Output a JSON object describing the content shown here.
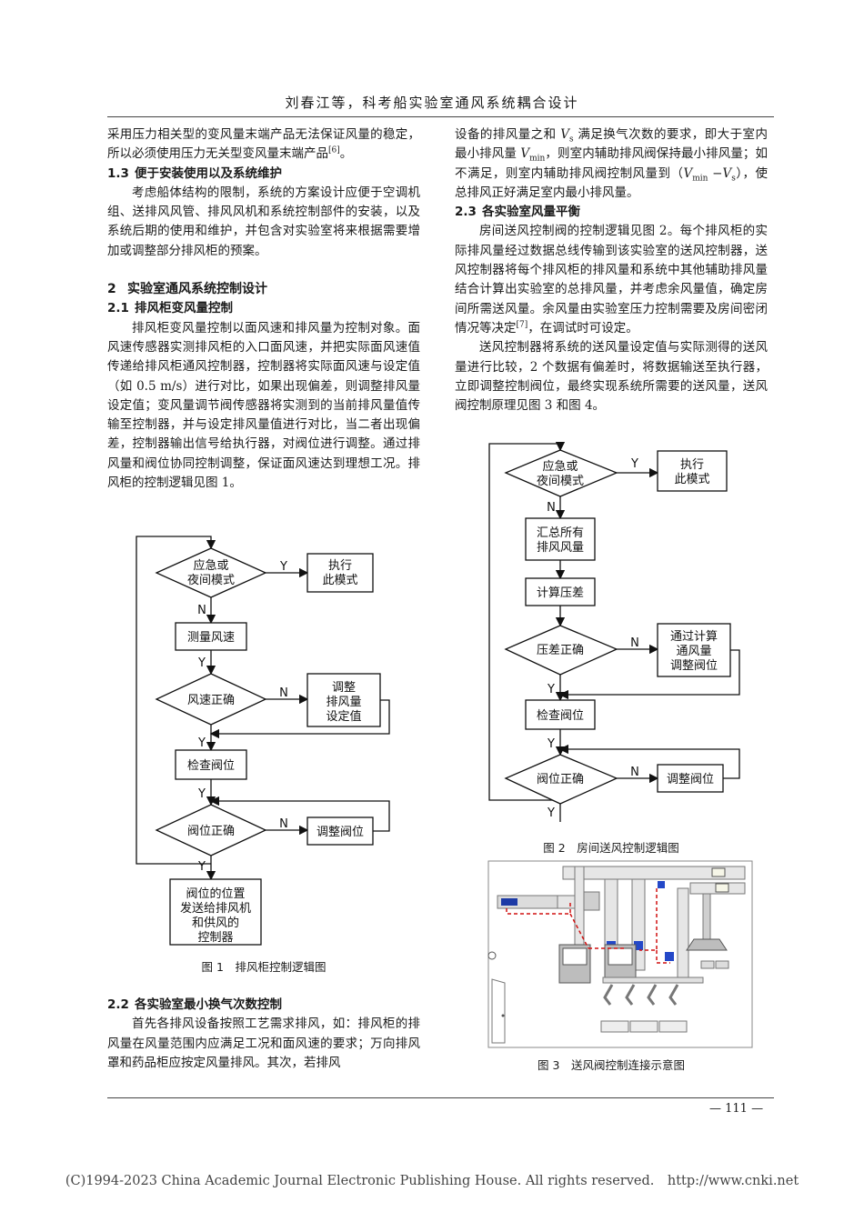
{
  "header": {
    "title": "刘春江等，科考船实验室通风系统耦合设计"
  },
  "left": {
    "p_intro": "采用压力相关型的变风量末端产品无法保证风量的稳定，所以必须使用压力无关型变风量末端产品[6]。",
    "s13_num": "1.3",
    "s13_title": "便于安装使用以及系统维护",
    "s13_p": "考虑船体结构的限制，系统的方案设计应便于空调机组、送排风风管、排风风机和系统控制部件的安装，以及系统后期的使用和维护，并包含对实验室将来根据需要增加或调整部分排风柜的预案。",
    "s2_num": "2",
    "s2_title": "实验室通风系统控制设计",
    "s21_num": "2.1",
    "s21_title": "排风柜变风量控制",
    "s21_p": "排风柜变风量控制以面风速和排风量为控制对象。面风速传感器实测排风柜的入口面风速，并把实际面风速值传递给排风柜通风控制器，控制器将实际面风速与设定值（如 0.5 m/s）进行对比，如果出现偏差，则调整排风量设定值；变风量调节阀传感器将实测到的当前排风量值传输至控制器，并与设定排风量值进行对比，当二者出现偏差，控制器输出信号给执行器，对阀位进行调整。通过排风量和阀位协同控制调整，保证面风速达到理想工况。排风柜的控制逻辑见图 1。",
    "s22_num": "2.2",
    "s22_title": "各实验室最小换气次数控制",
    "s22_p": "首先各排风设备按照工艺需求排风，如：排风柜的排风量在风量范围内应满足工况和面风速的要求；万向排风罩和药品柜应按定风量排风。其次，若排风"
  },
  "right": {
    "p_cont_a": "设备的排风量之和 ",
    "p_cont_v": "V",
    "p_cont_vs": "s",
    "p_cont_b": " 满足换气次数的要求，即大于室内最小排风量 ",
    "p_cont_v2": "V",
    "p_cont_v2s": "min",
    "p_cont_c": "，则室内辅助排风阀保持最小排风量；如不满足，则室内辅助排风阀控制风量到（",
    "p_cont_v3": "V",
    "p_cont_v3s": "min",
    "p_cont_d": " −",
    "p_cont_v4": "V",
    "p_cont_v4s": "s",
    "p_cont_e": "），使总排风正好满足室内最小排风量。",
    "s23_num": "2.3",
    "s23_title": "各实验室风量平衡",
    "s23_p1": "房间送风控制阀的控制逻辑见图 2。每个排风柜的实际排风量经过数据总线传输到该实验室的送风控制器，送风控制器将每个排风柜的排风量和系统中其他辅助排风量结合计算出实验室的总排风量，并考虑余风量值，确定房间所需送风量。余风量由实验室压力控制需要及房间密闭情况等决定[7]，在调试时可设定。",
    "s23_p2": "送风控制器将系统的送风量设定值与实际测得的送风量进行比较，2 个数据有偏差时，将数据输送至执行器，立即调整控制阀位，最终实现系统所需要的送风量，送风阀控制原理见图 3 和图 4。"
  },
  "fig1": {
    "caption": "图 1　排风柜控制逻辑图",
    "d1_l1": "应急或",
    "d1_l2": "夜间模式",
    "exec_l1": "执行",
    "exec_l2": "此模式",
    "measure": "测量风速",
    "d2": "风速正确",
    "adj_l1": "调整",
    "adj_l2": "排风量",
    "adj_l3": "设定值",
    "check": "检查阀位",
    "d3": "阀位正确",
    "adjvalve": "调整阀位",
    "send_l1": "阀位的位置",
    "send_l2": "发送给排风机",
    "send_l3": "和供风的",
    "send_l4": "控制器",
    "Y": "Y",
    "N": "N"
  },
  "fig2": {
    "caption": "图 2　房间送风控制逻辑图",
    "d1_l1": "应急或",
    "d1_l2": "夜间模式",
    "exec_l1": "执行",
    "exec_l2": "此模式",
    "sum_l1": "汇总所有",
    "sum_l2": "排风风量",
    "calc": "计算压差",
    "d2": "压差正确",
    "adj_l1": "通过计算",
    "adj_l2": "通风量",
    "adj_l3": "调整阀位",
    "check": "检查阀位",
    "d3": "阀位正确",
    "adjvalve": "调整阀位",
    "Y": "Y",
    "N": "N"
  },
  "fig3": {
    "caption": "图 3　送风阀控制连接示意图"
  },
  "page_number": "— 111 —",
  "footer": "(C)1994-2023 China Academic Journal Electronic Publishing House. All rights reserved.　http://www.cnki.net"
}
